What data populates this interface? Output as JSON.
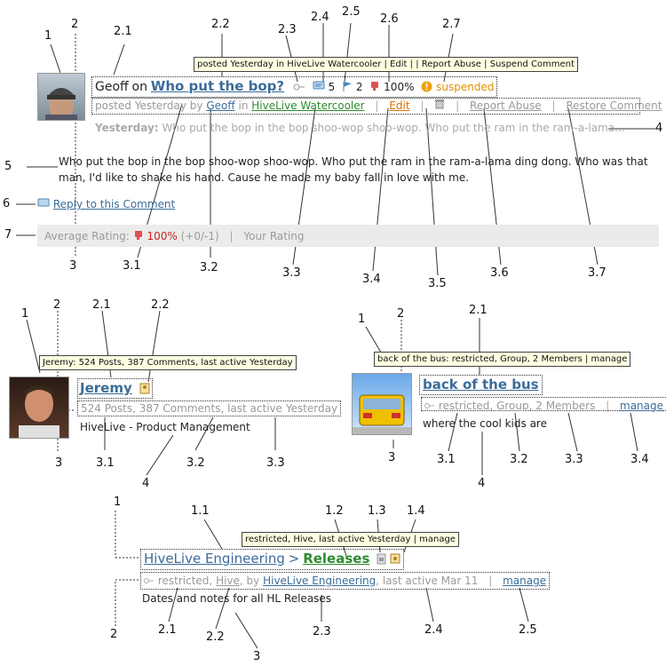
{
  "comment": {
    "tooltip": "posted Yesterday in HiveLive Watercooler | Edit |  | Report Abuse | Suspend Comment",
    "author": "Geoff",
    "on_word": "on",
    "title": "Who put the bop?",
    "comment_count": "5",
    "flag_count": "2",
    "rating_pct": "100%",
    "status": "suspended",
    "meta_posted": "posted Yesterday by",
    "meta_author": "Geoff",
    "meta_in": "in",
    "meta_place": "HiveLive Watercooler",
    "edit_label": "Edit",
    "report_label": "Report Abuse",
    "restore_label": "Restore Comment",
    "quote_label": "Yesterday:",
    "quote_text": "Who put the bop in the bop shoo-wop shoo-wop. Who put the ram in the ram-a-lama...",
    "body_line1": "Who put the bop in the bop shoo-wop shoo-wop. Who put the ram in the ram-a-lama ding dong. Who was that",
    "body_line2": "man, I'd like to shake his hand. Cause he made my baby fall in love with me.",
    "reply_label": "Reply to this Comment",
    "avg_label": "Average Rating:",
    "avg_pct": "100%",
    "avg_votes": "(+0/-1)",
    "your_rating_label": "Your Rating"
  },
  "user": {
    "tooltip": "Jeremy: 524 Posts, 387 Comments, last active Yesterday",
    "name": "Jeremy",
    "stats": "524 Posts, 387 Comments, last active Yesterday",
    "title": "HiveLive - Product Management"
  },
  "group": {
    "tooltip": "back of the bus:  restricted, Group, 2 Members | manage",
    "name": "back of the bus",
    "restricted": "restricted,",
    "type": "Group",
    "members": ", 2 Members",
    "manage": "manage",
    "desc": "where the cool kids are"
  },
  "hive": {
    "tooltip": "restricted, Hive, last active Yesterday | manage",
    "parent": "HiveLive Engineering",
    "separator": ">",
    "child": "Releases",
    "restricted": "restricted,",
    "type": "Hive",
    "by": ", by",
    "owner": "HiveLive Engineering",
    "last_active": ", last active Mar 11",
    "manage": "manage",
    "desc": "Dates and notes for all HL Releases"
  },
  "callouts": {
    "c1": "1",
    "c2": "2",
    "c21": "2.1",
    "c22": "2.2",
    "c23": "2.3",
    "c24": "2.4",
    "c25": "2.5",
    "c26": "2.6",
    "c27": "2.7",
    "c4": "4",
    "c5": "5",
    "c6": "6",
    "c7": "7",
    "c3": "3",
    "c31": "3.1",
    "c32": "3.2",
    "c33": "3.3",
    "c34": "3.4",
    "c35": "3.5",
    "c36": "3.6",
    "c37": "3.7",
    "u1": "1",
    "u2": "2",
    "u21": "2.1",
    "u22": "2.2",
    "u3": "3",
    "u31": "3.1",
    "u32": "3.2",
    "u33": "3.3",
    "u4": "4",
    "g1": "1",
    "g2": "2",
    "g21": "2.1",
    "g3": "3",
    "g31": "3.1",
    "g32": "3.2",
    "g33": "3.3",
    "g34": "3.4",
    "g4": "4",
    "h1": "1",
    "h11": "1.1",
    "h12": "1.2",
    "h13": "1.3",
    "h14": "1.4",
    "h2": "2",
    "h21": "2.1",
    "h22": "2.2",
    "h3": "3",
    "h23": "2.3",
    "h24": "2.4",
    "h25": "2.5"
  },
  "colors": {
    "accent_blue": "#3c6c98",
    "place_green": "#2e8b2e",
    "edit_orange": "#e07000",
    "suspended_orange": "#e09000",
    "rating_red": "#cc2222",
    "tooltip_bg": "#ffffe1"
  }
}
